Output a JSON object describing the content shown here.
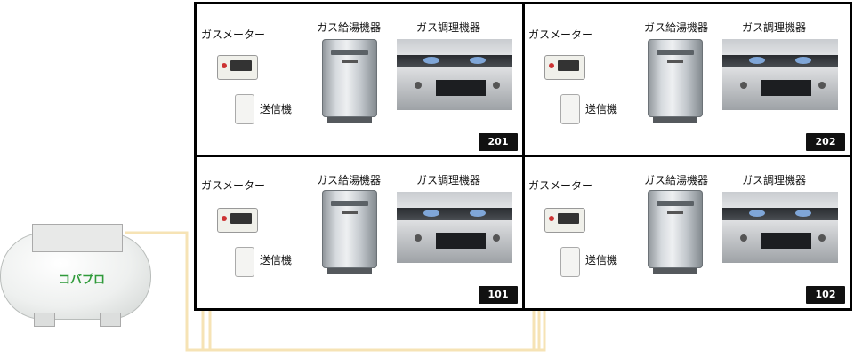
{
  "labels": {
    "meter": "ガスメーター",
    "transmitter": "送信機",
    "water_heater": "ガス給湯機器",
    "stove": "ガス調理機器"
  },
  "tank": {
    "logo": "コバプロ"
  },
  "rooms": [
    {
      "id": "201"
    },
    {
      "id": "202"
    },
    {
      "id": "101"
    },
    {
      "id": "102"
    }
  ],
  "colors": {
    "pipe": "#f6e3b5",
    "frame": "#000000",
    "tag_bg": "#111111",
    "tank_logo": "#2f9a3a"
  }
}
